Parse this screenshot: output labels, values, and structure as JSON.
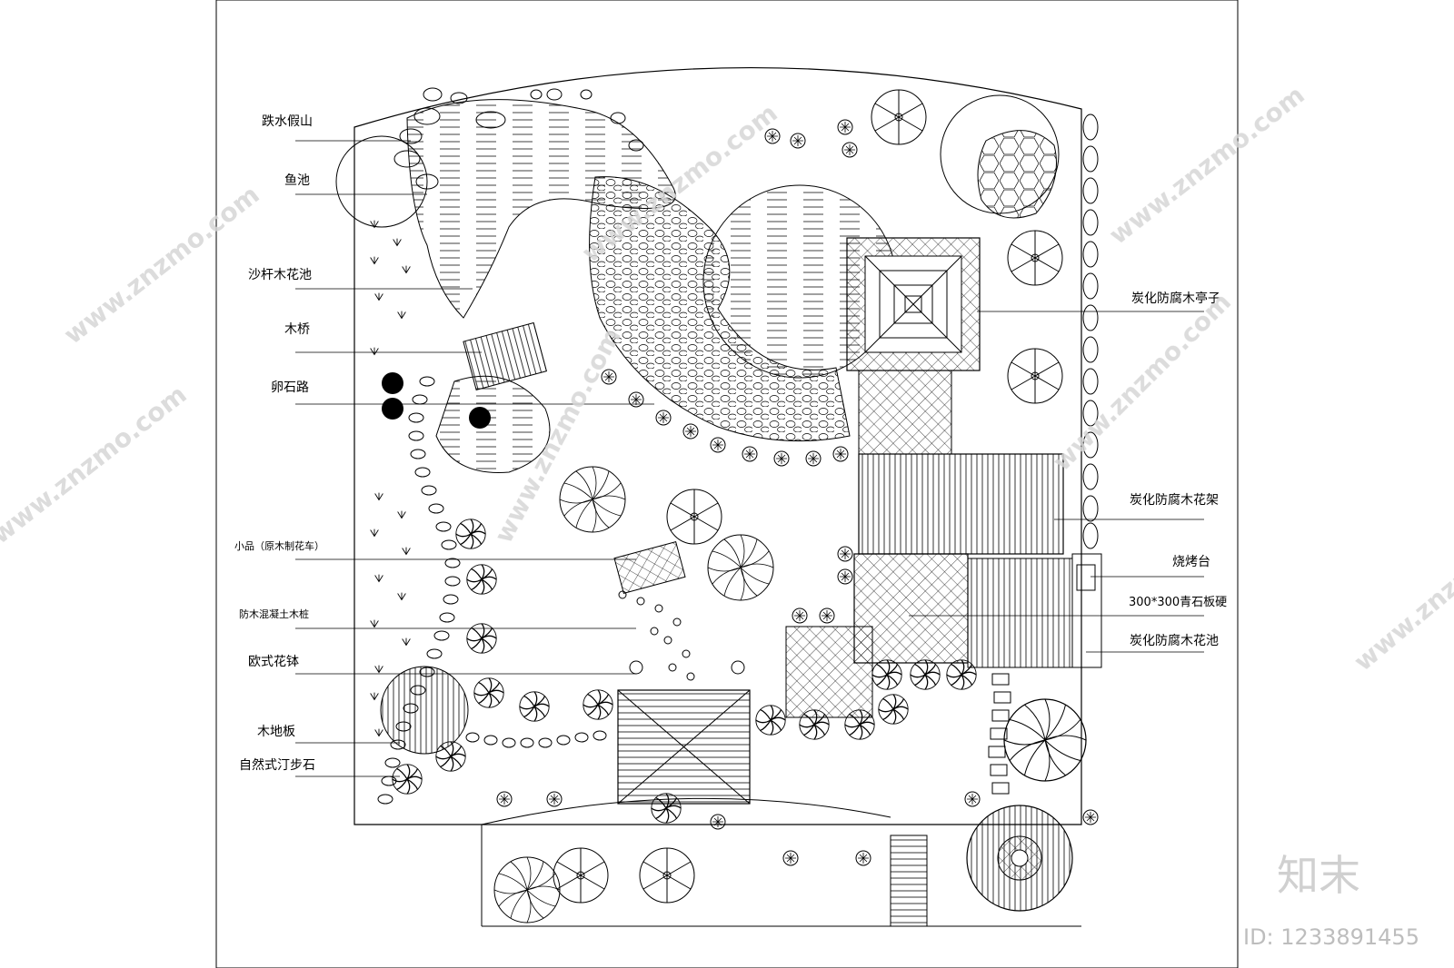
{
  "labels_left": [
    {
      "id": "rockery",
      "text": "跌水假山"
    },
    {
      "id": "fish-pond",
      "text": "鱼池"
    },
    {
      "id": "sarcandra-bed",
      "text": "沙杆木花池"
    },
    {
      "id": "wood-bridge",
      "text": "木桥"
    },
    {
      "id": "pebble-path",
      "text": "卵石路"
    },
    {
      "id": "ornament",
      "text": "小品（原木制花车）"
    },
    {
      "id": "wood-stake",
      "text": "防木混凝土木桩"
    },
    {
      "id": "euro-planter",
      "text": "欧式花钵"
    },
    {
      "id": "wood-floor",
      "text": "木地板"
    },
    {
      "id": "stepping-stone",
      "text": "自然式汀步石"
    }
  ],
  "labels_right": [
    {
      "id": "pavilion",
      "text": "炭化防腐木亭子"
    },
    {
      "id": "flower-rack",
      "text": "炭化防腐木花架"
    },
    {
      "id": "bbq",
      "text": "烧烤台"
    },
    {
      "id": "slate-paving",
      "text": "300*300青石板硬"
    },
    {
      "id": "wood-planter",
      "text": "炭化防腐木花池"
    }
  ],
  "watermark": {
    "site": "www.znzmo.com",
    "brand": "知末",
    "id_text": "ID: 1233891455"
  },
  "colors": {
    "line": "#000000",
    "watermark": "#d6d6d6"
  }
}
